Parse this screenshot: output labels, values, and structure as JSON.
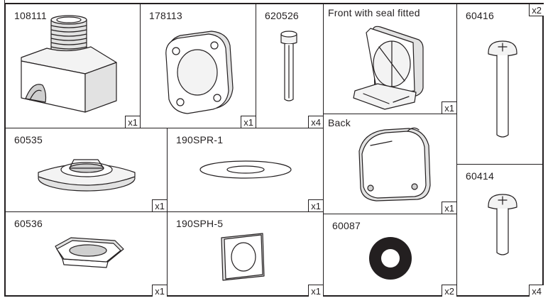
{
  "parts": [
    {
      "id": "p1",
      "code": "108111",
      "qty": "x1"
    },
    {
      "id": "p2",
      "code": "178113",
      "qty": "x1"
    },
    {
      "id": "p3",
      "code": "620526",
      "qty": "x4"
    },
    {
      "id": "p4",
      "code": "Front with seal fitted",
      "qty": "x1"
    },
    {
      "id": "p5",
      "code": "60416",
      "qty": "x2"
    },
    {
      "id": "p6",
      "code": "60535",
      "qty": "x1"
    },
    {
      "id": "p7",
      "code": "190SPR-1",
      "qty": "x1"
    },
    {
      "id": "p8",
      "code": "Back",
      "qty": "x1"
    },
    {
      "id": "p9",
      "code": "60414",
      "qty": "x4"
    },
    {
      "id": "p10",
      "code": "60536",
      "qty": "x1"
    },
    {
      "id": "p11",
      "code": "190SPH-5",
      "qty": "x1"
    },
    {
      "id": "p12",
      "code": "60087",
      "qty": "x2"
    }
  ],
  "icons": {
    "p1": "threaded-base-block-icon",
    "p2": "square-plate-with-hole-icon",
    "p3": "cap-screw-icon",
    "p4": "housing-front-icon",
    "p5": "long-bolt-icon",
    "p6": "round-mount-flange-icon",
    "p7": "flat-washer-ring-icon",
    "p8": "housing-back-icon",
    "p9": "short-bolt-icon",
    "p10": "small-mount-plate-icon",
    "p11": "square-gasket-icon",
    "p12": "black-o-ring-icon"
  }
}
